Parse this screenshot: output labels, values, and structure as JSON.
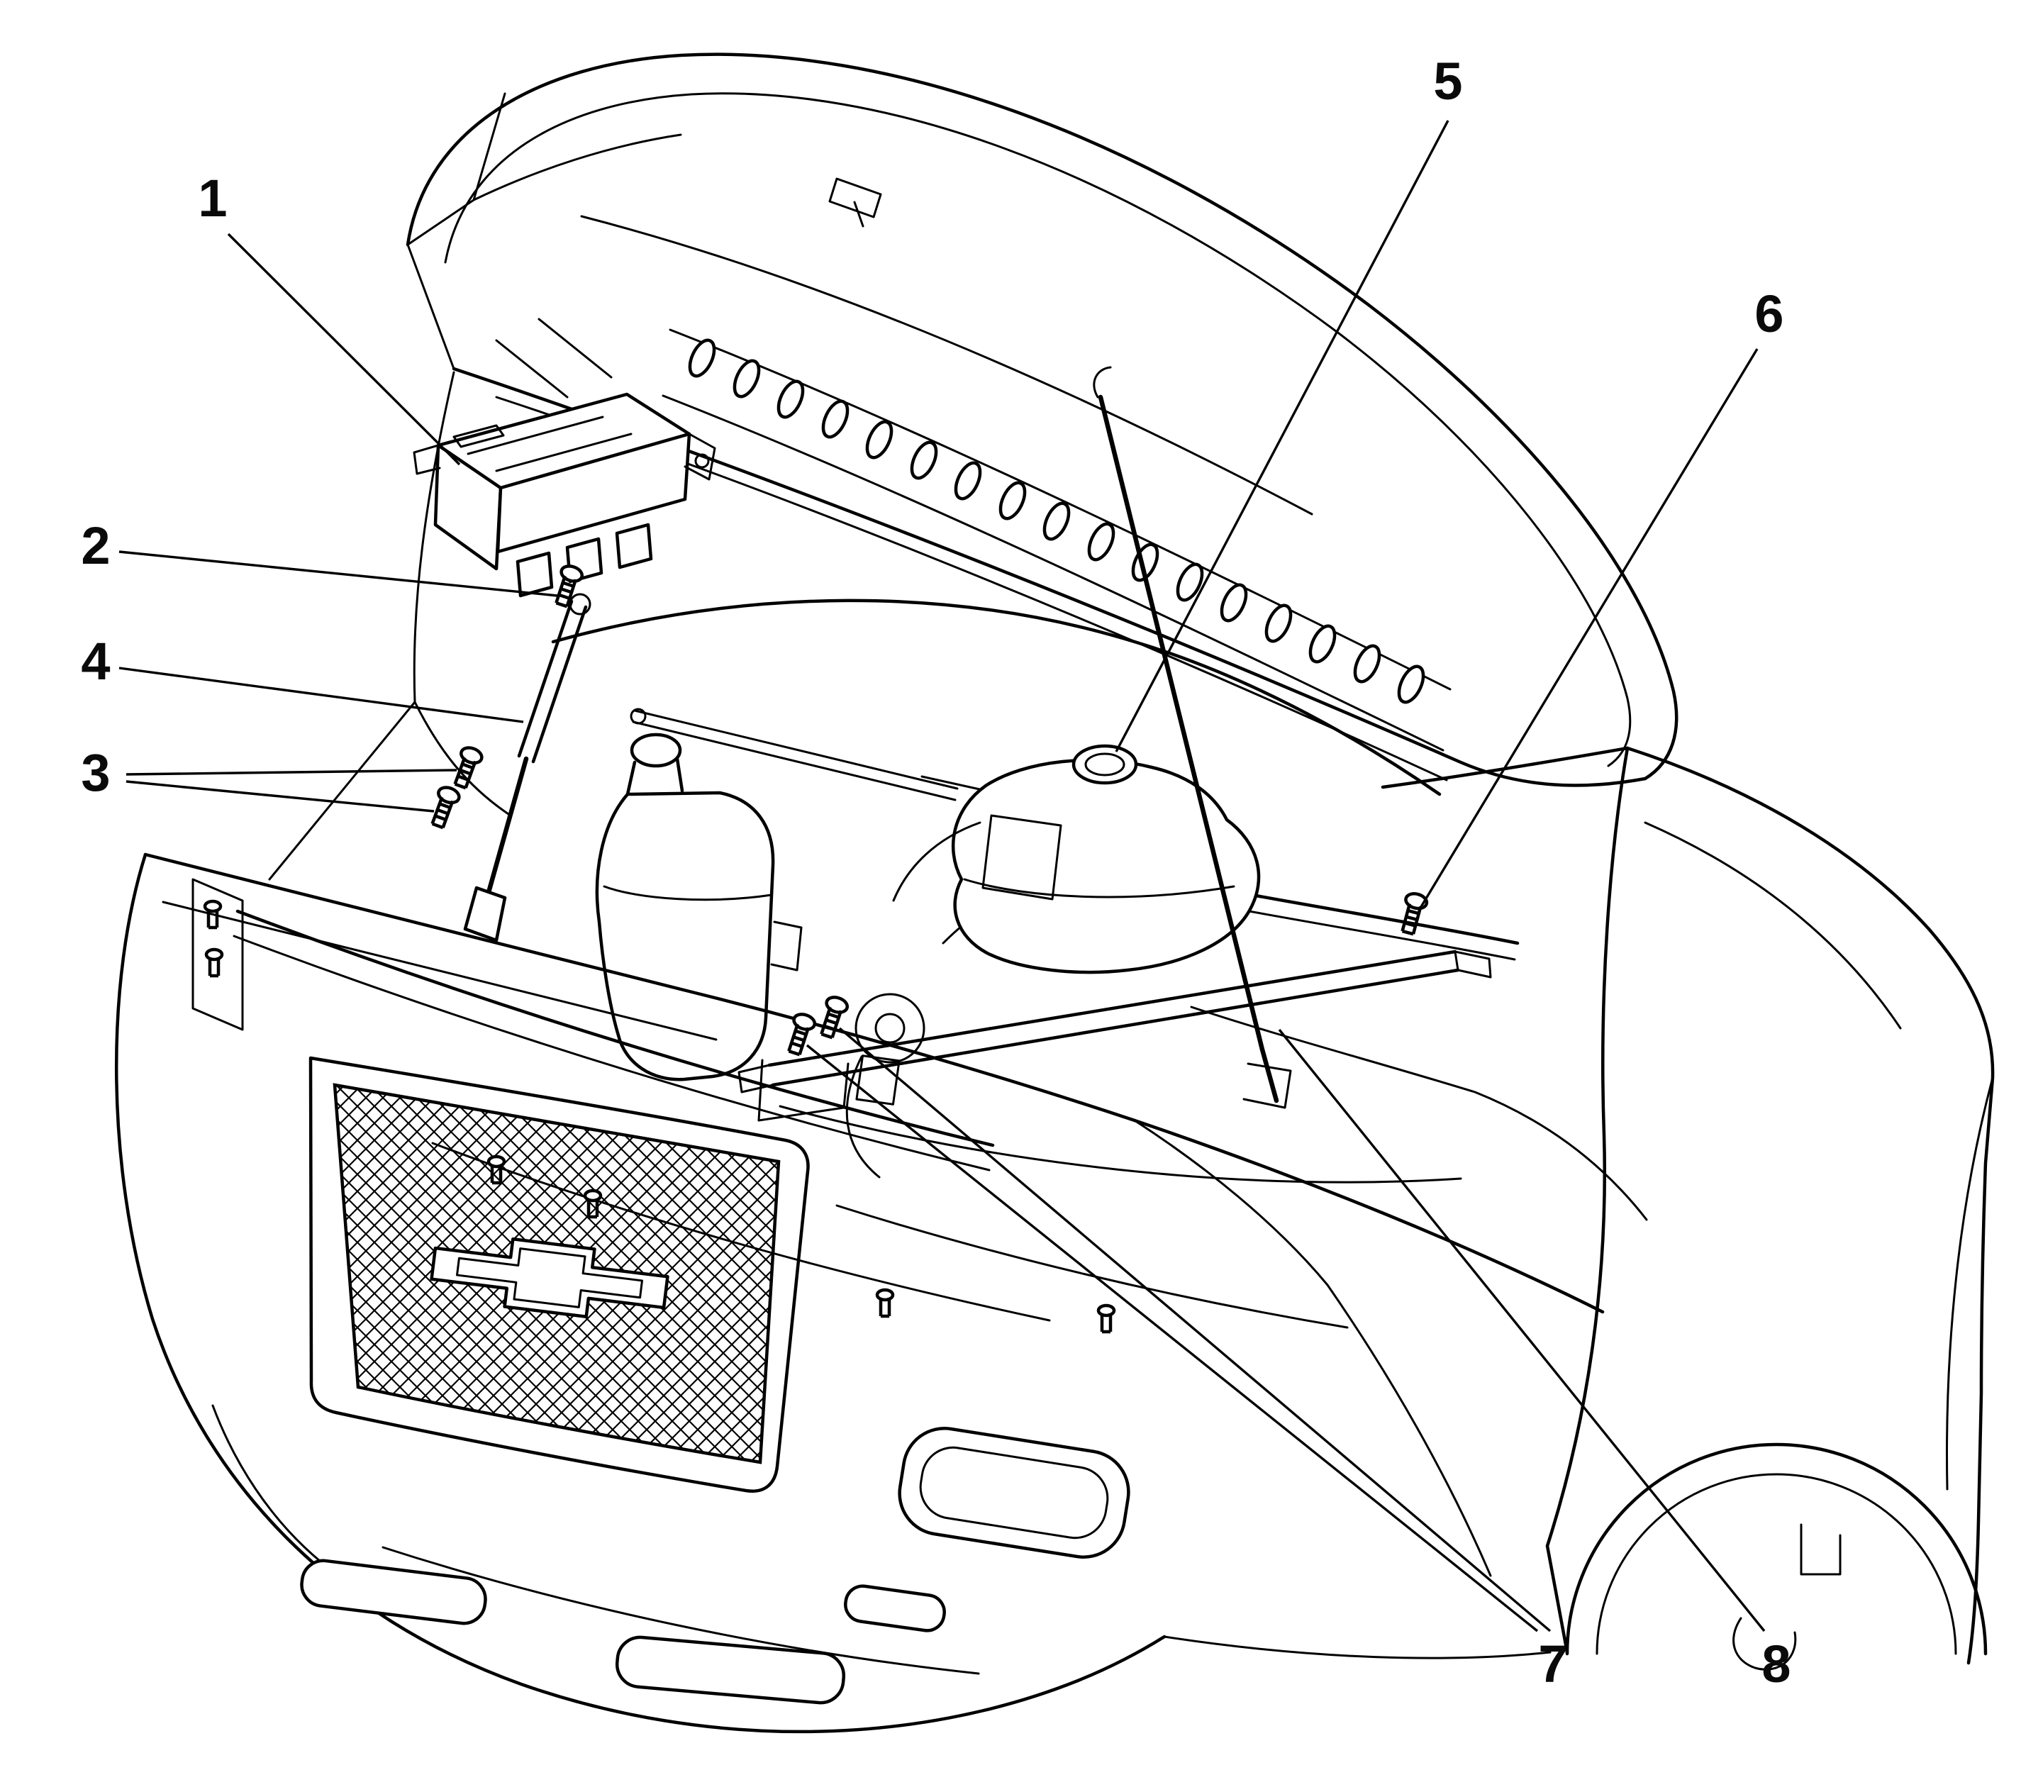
{
  "diagram": {
    "kind": "vehicle-hood-components-line-diagram",
    "background_color": "#ffffff",
    "line_color": "#000000",
    "callouts": [
      {
        "label": "1",
        "points_to": "underhood-fuse-block"
      },
      {
        "label": "2",
        "points_to": "bolt"
      },
      {
        "label": "3",
        "points_to": "bolts"
      },
      {
        "label": "4",
        "points_to": "hood-strut"
      },
      {
        "label": "5",
        "points_to": "coolant-reservoir"
      },
      {
        "label": "6",
        "points_to": "bolt"
      },
      {
        "label": "7",
        "points_to": "bolts"
      },
      {
        "label": "8",
        "points_to": "hood-prop-rod"
      }
    ]
  }
}
